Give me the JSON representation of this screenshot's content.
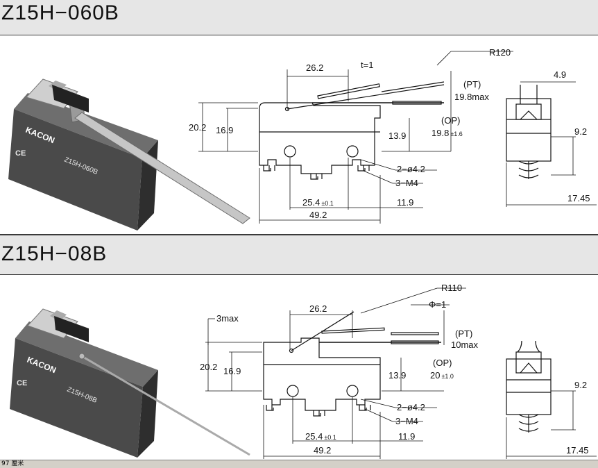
{
  "section1": {
    "title": "Z15H−060B",
    "brand": "KACON",
    "model_label": "Z15H-060B",
    "dims": {
      "radius": "R120",
      "thickness": "t=1",
      "w_top": "26.2",
      "w_side": "4.9",
      "pt_label": "(PT)",
      "pt_value": "19.8max",
      "op_label": "(OP)",
      "op_value": "19.8",
      "op_tol": "±1.6",
      "h_total": "20.2",
      "h_body": "16.9",
      "h_hole": "13.9",
      "side_h": "9.2",
      "hole_spec": "2−ø4.2",
      "thread_spec": "3−M4",
      "hole_pitch": "25.4",
      "hole_pitch_tol": "±0.1",
      "end_dist": "11.9",
      "length": "49.2",
      "depth": "17.45"
    }
  },
  "section2": {
    "title": "Z15H−08B",
    "brand": "KACON",
    "model_label": "Z15H-08B",
    "dims": {
      "radius": "R110",
      "diameter": "Φ=1",
      "w_top": "26.2",
      "max3": "3max",
      "pt_label": "(PT)",
      "pt_value": "10max",
      "op_label": "(OP)",
      "op_value": "20",
      "op_tol": "±1.0",
      "h_total": "20.2",
      "h_body": "16.9",
      "h_hole": "13.9",
      "side_h": "9.2",
      "hole_spec": "2−ø4.2",
      "thread_spec": "3−M4",
      "hole_pitch": "25.4",
      "hole_pitch_tol": "±0.1",
      "end_dist": "11.9",
      "length": "49.2",
      "depth": "17.45"
    }
  },
  "statusbar": {
    "text": "97 厘米"
  },
  "colors": {
    "header_bg": "#e6e6e6",
    "body_dark": "#4a4a4a",
    "line": "#111111"
  }
}
